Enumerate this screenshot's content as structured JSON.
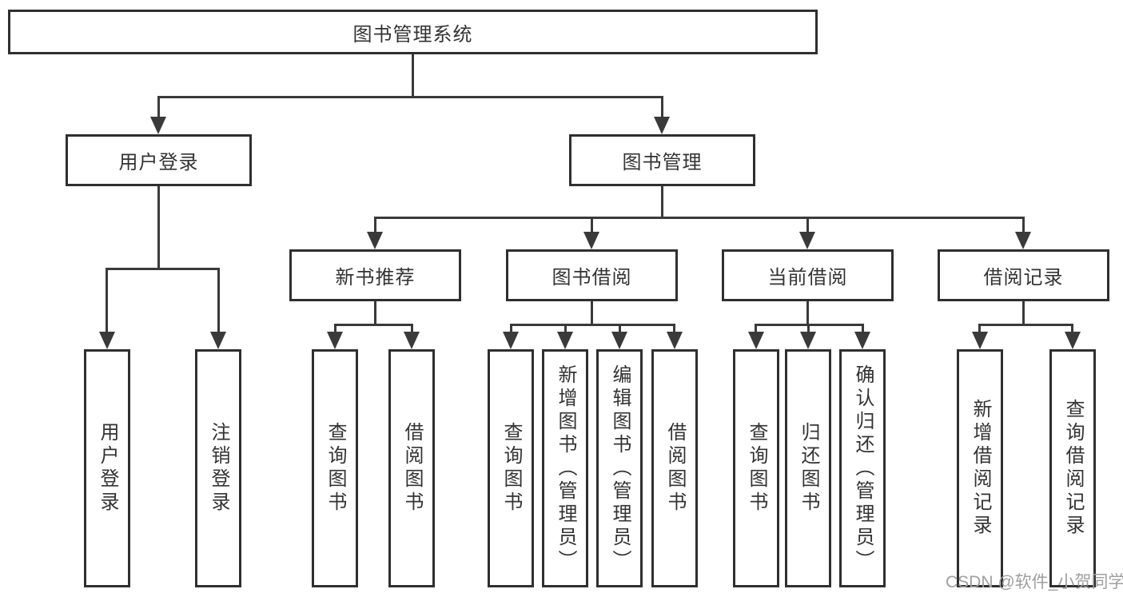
{
  "colors": {
    "line": "#3a3a3a",
    "border": "#2f2f2f",
    "text": "#333333",
    "watermark": "#9f9f9f",
    "background": "#ffffff"
  },
  "tree": {
    "root": {
      "label": "图书管理系统"
    },
    "level2": [
      {
        "label": "用户登录",
        "leaves": [
          "用户登录",
          "注销登录"
        ]
      },
      {
        "label": "图书管理"
      }
    ],
    "level3": [
      {
        "label": "新书推荐",
        "leaves": [
          "查询图书",
          "借阅图书"
        ]
      },
      {
        "label": "图书借阅",
        "leaves": [
          "查询图书",
          "新增图书（管理员）",
          "编辑图书（管理员）",
          "借阅图书"
        ]
      },
      {
        "label": "当前借阅",
        "leaves": [
          "查询图书",
          "归还图书",
          "确认归还（管理员）"
        ]
      },
      {
        "label": "借阅记录",
        "leaves": [
          "新增借阅记录",
          "查询借阅记录"
        ]
      }
    ]
  },
  "watermark": {
    "text": "CSDN @软件_小贺同学"
  }
}
